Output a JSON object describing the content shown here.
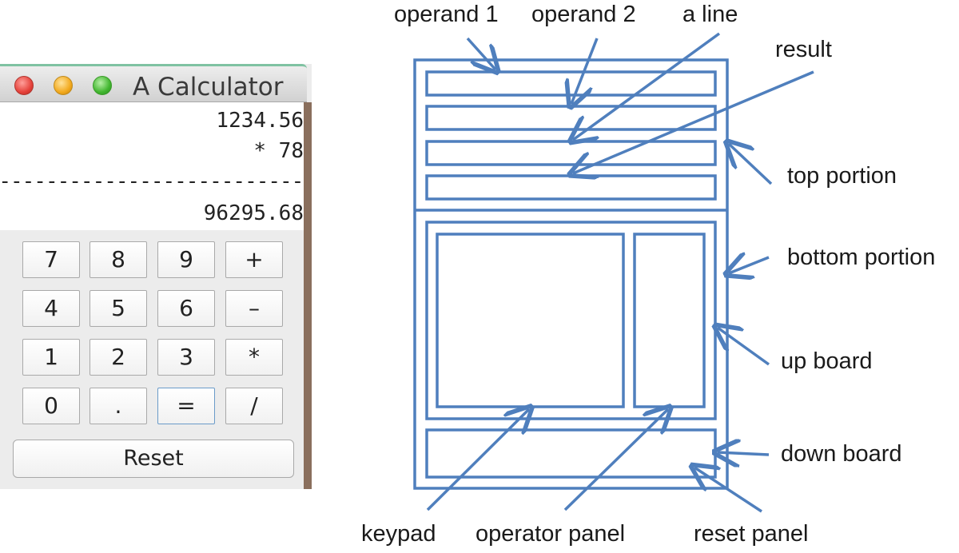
{
  "window": {
    "title": "A Calculator"
  },
  "display": {
    "operand1": "1234.56",
    "operand2": "* 78",
    "line": "------------------------------",
    "result": "96295.68"
  },
  "keypad": {
    "keys": [
      "7",
      "8",
      "9",
      "+",
      "4",
      "5",
      "6",
      "–",
      "1",
      "2",
      "3",
      "*",
      "0",
      ".",
      "=",
      "/"
    ],
    "reset_label": "Reset"
  },
  "diagram": {
    "labels": {
      "operand1": "operand 1",
      "operand2": "operand 2",
      "a_line": "a line",
      "result": "result",
      "top_portion": "top portion",
      "bottom_portion": "bottom portion",
      "up_board": "up board",
      "down_board": "down board",
      "keypad": "keypad",
      "operator_panel": "operator panel",
      "reset_panel": "reset panel"
    },
    "stroke_color": "#4f7fbd"
  }
}
